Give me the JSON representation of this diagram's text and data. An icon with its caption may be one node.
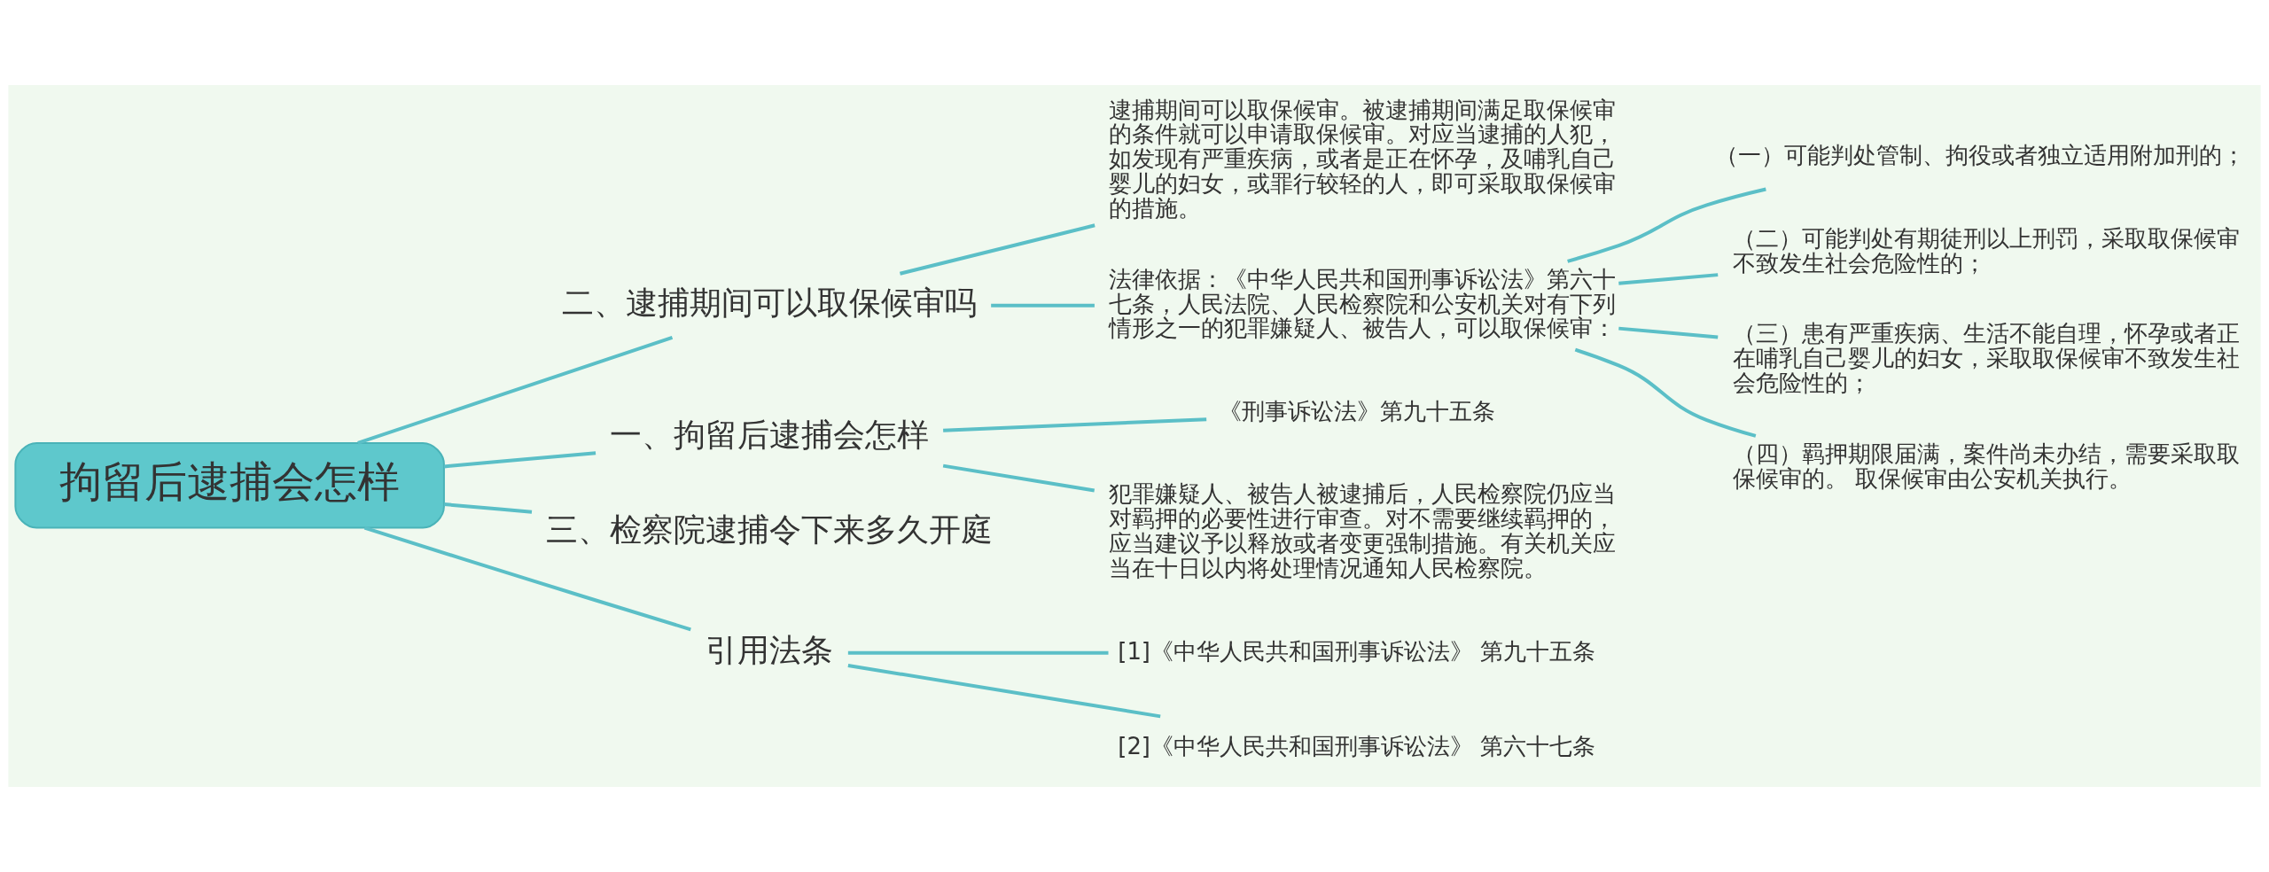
{
  "diagram": {
    "nodes": [
      {
        "text": [
          "拘留后逮捕会怎样"
        ]
      },
      {
        "text": [
          "二、逮捕期间可以取保候审吗"
        ]
      },
      {
        "text": [
          "逮捕期间可以取保候审。被逮捕期间满足取保候审的条件就可以申请取保候审。对应当逮捕的人犯，如发现有严重疾病，或者是正在怀孕，及哺乳自己婴儿的妇女，或罪行较轻的人，即可采取取保候审的措施。"
        ]
      },
      {
        "text": [
          "法律依据：《中华人民共和国刑事诉讼法》第六十七条，人民法院、人民检察院和公安机关对有下列情形之一的犯罪嫌疑人、被告人，可以取保候审："
        ]
      },
      {
        "text": [
          "（一）可能判处管制、拘役或者独立适用附加刑的；"
        ]
      },
      {
        "text": [
          "（二）可能判处有期徒刑以上刑罚，采取取保候审不致发生社会危险性的；"
        ]
      },
      {
        "text": [
          "（三）患有严重疾病、生活不能自理，怀孕或者正在哺乳自己婴儿的妇女，采取取保候审不致发生社会危险性的；"
        ]
      },
      {
        "text": [
          "（四）羁押期限届满，案件尚未办结，需要采取取保候审的。 取保候审由公安机关执行。"
        ]
      },
      {
        "text": [
          "一、拘留后逮捕会怎样"
        ]
      },
      {
        "text": [
          "《刑事诉讼法》第九十五条"
        ]
      },
      {
        "text": [
          "犯罪嫌疑人、被告人被逮捕后，人民检察院仍应当对羁押的必要性进行审查。对不需要继续羁押的，应当建议予以释放或者变更强制措施。有关机关应当在十日以内将处理情况通知人民检察院。"
        ]
      },
      {
        "text": [
          "三、检察院逮捕令下来多久开庭"
        ]
      },
      {
        "text": [
          "引用法条"
        ]
      },
      {
        "text": [
          "[1]《中华人民共和国刑事诉讼法》 第九十五条"
        ]
      },
      {
        "text": [
          "[2]《中华人民共和国刑事诉讼法》 第六十七条"
        ]
      }
    ],
    "edges": [
      {
        "from": 0,
        "to": 1,
        "arrow": "none"
      },
      {
        "from": 1,
        "to": 2,
        "arrow": "none"
      },
      {
        "from": 1,
        "to": 3,
        "arrow": "none"
      },
      {
        "from": 3,
        "to": 4,
        "arrow": "none"
      },
      {
        "from": 3,
        "to": 5,
        "arrow": "none"
      },
      {
        "from": 3,
        "to": 6,
        "arrow": "none"
      },
      {
        "from": 3,
        "to": 7,
        "arrow": "none"
      },
      {
        "from": 0,
        "to": 8,
        "arrow": "none"
      },
      {
        "from": 8,
        "to": 9,
        "arrow": "none"
      },
      {
        "from": 8,
        "to": 10,
        "arrow": "none"
      },
      {
        "from": 0,
        "to": 11,
        "arrow": "none"
      },
      {
        "from": 0,
        "to": 12,
        "arrow": "none"
      },
      {
        "from": 12,
        "to": 13,
        "arrow": "none"
      },
      {
        "from": 12,
        "to": 14,
        "arrow": "none"
      }
    ]
  }
}
